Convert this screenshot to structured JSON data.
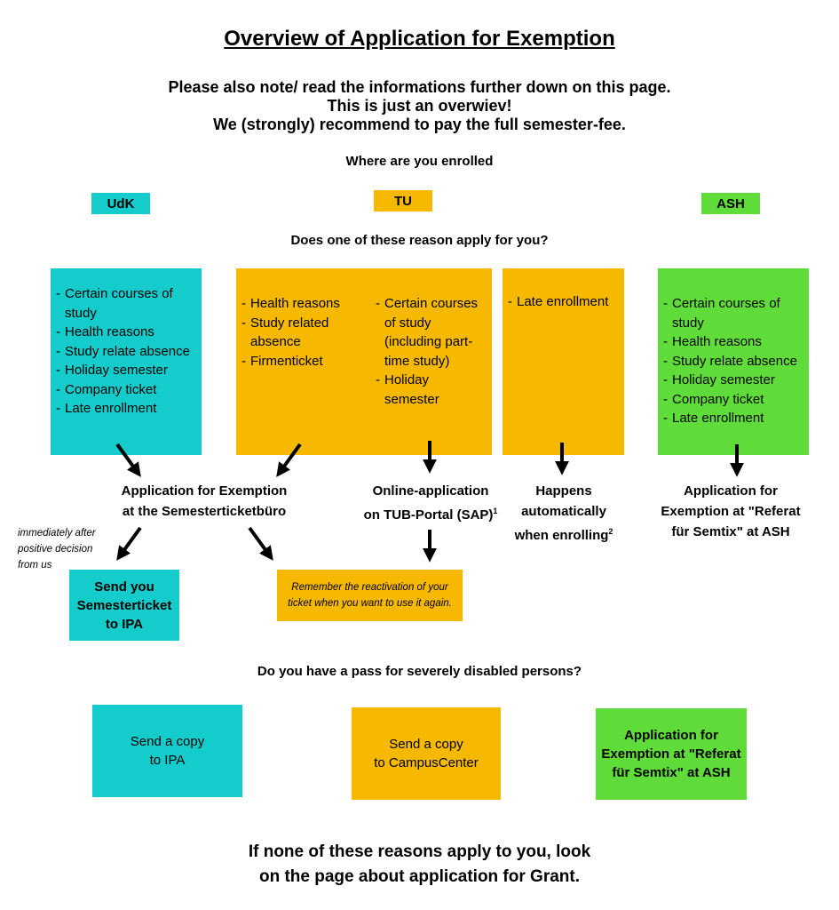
{
  "title": "Overview of Application for Exemption",
  "intro_lines": [
    "Please also note/ read the informations further down on this page.",
    "This is just an overwiev!",
    "We (strongly) recommend to pay the full semester-fee."
  ],
  "q_enrolled": "Where are you enrolled",
  "tags": {
    "udk": "UdK",
    "tu": "TU",
    "ash": "ASH"
  },
  "q_reasons": "Does one of these reason apply for you?",
  "reasons": {
    "udk": [
      "Certain courses of study",
      "Health reasons",
      "Study relate absence",
      "Holiday semester",
      "Company ticket",
      "Late enrollment"
    ],
    "tu_a": [
      "Health reasons",
      "Study related absence",
      "Firmenticket"
    ],
    "tu_b": [
      "Certain courses of study (including part-time study)",
      "Holiday semester"
    ],
    "tu_c": [
      "Late enrollment"
    ],
    "ash": [
      "Certain courses of study",
      "Health reasons",
      "Study relate absence",
      "Holiday semester",
      "Company ticket",
      "Late enrollment"
    ]
  },
  "outcomes": {
    "semesterticket": [
      "Application for Exemption",
      "at the Semesterticketbüro"
    ],
    "online": [
      "Online-application",
      "on TUB-Portal (SAP)"
    ],
    "online_sup": "1",
    "auto": [
      "Happens",
      "automatically",
      "when enrolling"
    ],
    "auto_sup": "2",
    "ash": [
      "Application for",
      "Exemption at \"Referat",
      "für Semtix\" at ASH"
    ]
  },
  "note_immediately": [
    "immediately after",
    "positive decision",
    "from us"
  ],
  "send_ipa": [
    "Send you",
    "Semesterticket",
    "to IPA"
  ],
  "reactivation": [
    "Remember the reactivation of your",
    "ticket when you want to use it again."
  ],
  "q_disabled": "Do you have a pass for severely disabled persons?",
  "disabled": {
    "udk": [
      "Send a copy",
      "to IPA"
    ],
    "tu": [
      "Send a copy",
      "to CampusCenter"
    ],
    "ash": [
      "Application for",
      "Exemption at \"Referat",
      "für Semtix\" at ASH"
    ]
  },
  "bottom_lines": [
    "If none of these reasons apply to you, look",
    "on the page about application for Grant."
  ],
  "colors": {
    "teal": "#14cccc",
    "orange": "#f7b800",
    "green": "#5fdc3a"
  }
}
